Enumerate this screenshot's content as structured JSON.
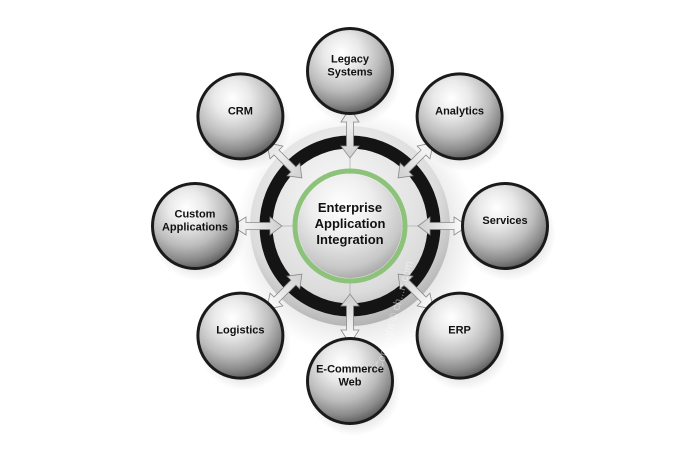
{
  "center": {
    "lines": [
      "Enterprise",
      "Application",
      "Integration"
    ]
  },
  "nodes": [
    {
      "id": "legacy-systems",
      "lines": [
        "Legacy",
        "Systems"
      ]
    },
    {
      "id": "analytics",
      "lines": [
        "Analytics"
      ]
    },
    {
      "id": "services",
      "lines": [
        "Services"
      ]
    },
    {
      "id": "erp",
      "lines": [
        "ERP"
      ]
    },
    {
      "id": "e-commerce-web",
      "lines": [
        "E-Commerce",
        "Web"
      ]
    },
    {
      "id": "logistics",
      "lines": [
        "Logistics"
      ]
    },
    {
      "id": "custom-applications",
      "lines": [
        "Custom",
        "Applications"
      ]
    },
    {
      "id": "crm",
      "lines": [
        "CRM"
      ]
    }
  ],
  "watermark": {
    "text": "Copyright © ch...n.com"
  },
  "colors": {
    "accent_ring": "#8dc27a",
    "dark_ring": "#141414",
    "arrow_fill": "#f4f4f4"
  }
}
